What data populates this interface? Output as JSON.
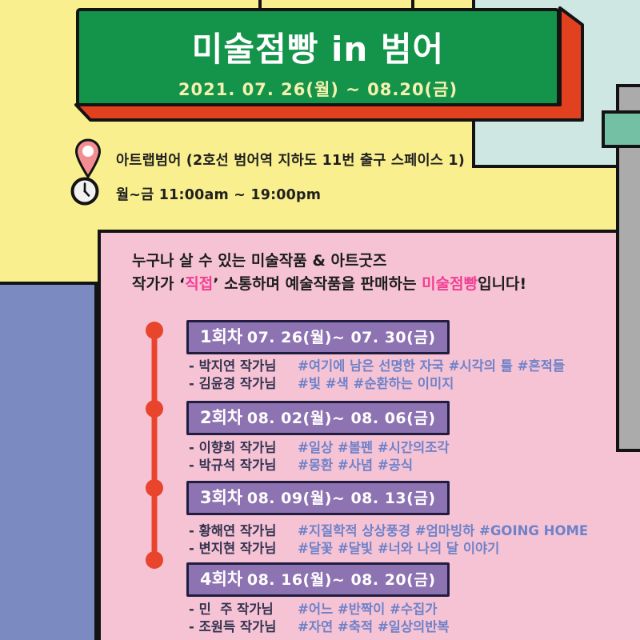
{
  "banner": {
    "title": "미술점빵 in 범어",
    "date_range": "2021. 07. 26(월) ~ 08.20(금)"
  },
  "info": {
    "location": "아트랩범어 (2호선 범어역 지하도 11번 출구 스페이스 1)",
    "hours": "월~금 11:00am ~ 19:00pm"
  },
  "intro": {
    "line1": "누구나 살 수 있는 미술작품 & 아트굿즈",
    "line2_prefix": "작가가 ‘",
    "line2_highlight1": "직접",
    "line2_mid": "’ 소통하며 예술작품을 판매하는 ",
    "line2_highlight2": "미술점빵",
    "line2_suffix": "입니다!"
  },
  "sessions": [
    {
      "label": "1회차",
      "dates": "07. 26(월)~ 07. 30(금)",
      "artists": [
        {
          "name": "- 박지연 작가님",
          "tags": "#여기에 남은 선명한 자국 #시각의 틀 #흔적들"
        },
        {
          "name": "- 김윤경 작가님",
          "tags": "#빛 #색 #순환하는 이미지"
        }
      ]
    },
    {
      "label": "2회차",
      "dates": "08. 02(월)~ 08. 06(금)",
      "artists": [
        {
          "name": "- 이향희 작가님",
          "tags": "#일상 #볼펜 #시간의조각"
        },
        {
          "name": "- 박규석 작가님",
          "tags": "#몽환 #사념 #공식"
        }
      ]
    },
    {
      "label": "3회차",
      "dates": "08. 09(월)~ 08. 13(금)",
      "artists": [
        {
          "name": "- 황해연 작가님",
          "tags": "#지질학적 상상풍경 #엄마빙하 #GOING HOME"
        },
        {
          "name": "- 변지현 작가님",
          "tags": "#달꽃 #달빛 #너와 나의 달 이야기"
        }
      ]
    },
    {
      "label": "4회차",
      "dates": "08. 16(월)~ 08. 20(금)",
      "artists": [
        {
          "name": "- 민  주 작가님",
          "tags": "#어느 #반짝이 #수집가"
        },
        {
          "name": "- 조원득 작가님",
          "tags": "#자연 #축적 #일상의반복"
        }
      ]
    }
  ],
  "icons": {
    "location": "map-pin",
    "hours": "clock"
  },
  "colors": {
    "background_yellow": "#f9ef8e",
    "banner_green": "#14944a",
    "banner_red_shadow": "#e2411f",
    "banner_date_text": "#f6f1ae",
    "panel_pink": "#f6c3d5",
    "block_periwinkle": "#7b8bc2",
    "block_light_blue": "#cfe7e3",
    "block_gray": "#ababab",
    "block_teal": "#74c0a4",
    "session_header_purple": "#8e73b3",
    "session_header_border": "#201d40",
    "highlight_magenta": "#f23f92",
    "hashtag_blue": "#6e82c9",
    "timeline_red": "#e8452c",
    "outline_black": "#131313"
  }
}
